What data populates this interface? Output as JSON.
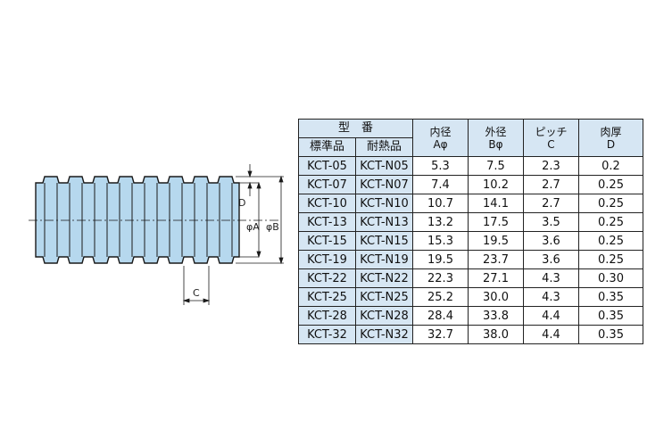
{
  "diagram": {
    "labels": {
      "pitch": "C",
      "thickness": "D",
      "inner": "φA",
      "outer": "φB"
    }
  },
  "table": {
    "header": {
      "group": "型　番",
      "standard": "標準品",
      "heat_resistant": "耐熱品",
      "inner_line1": "内径",
      "inner_line2": "Aφ",
      "outer_line1": "外径",
      "outer_line2": "Bφ",
      "pitch_line1": "ピッチ",
      "pitch_line2": "C",
      "thickness_line1": "肉厚",
      "thickness_line2": "D"
    },
    "rows": [
      {
        "std": "KCT-05",
        "heat": "KCT-N05",
        "a": "5.3",
        "b": "7.5",
        "c": "2.3",
        "d": "0.2"
      },
      {
        "std": "KCT-07",
        "heat": "KCT-N07",
        "a": "7.4",
        "b": "10.2",
        "c": "2.7",
        "d": "0.25"
      },
      {
        "std": "KCT-10",
        "heat": "KCT-N10",
        "a": "10.7",
        "b": "14.1",
        "c": "2.7",
        "d": "0.25"
      },
      {
        "std": "KCT-13",
        "heat": "KCT-N13",
        "a": "13.2",
        "b": "17.5",
        "c": "3.5",
        "d": "0.25"
      },
      {
        "std": "KCT-15",
        "heat": "KCT-N15",
        "a": "15.3",
        "b": "19.5",
        "c": "3.6",
        "d": "0.25"
      },
      {
        "std": "KCT-19",
        "heat": "KCT-N19",
        "a": "19.5",
        "b": "23.7",
        "c": "3.6",
        "d": "0.25"
      },
      {
        "std": "KCT-22",
        "heat": "KCT-N22",
        "a": "22.3",
        "b": "27.1",
        "c": "4.3",
        "d": "0.30"
      },
      {
        "std": "KCT-25",
        "heat": "KCT-N25",
        "a": "25.2",
        "b": "30.0",
        "c": "4.3",
        "d": "0.35"
      },
      {
        "std": "KCT-28",
        "heat": "KCT-N28",
        "a": "28.4",
        "b": "33.8",
        "c": "4.4",
        "d": "0.35"
      },
      {
        "std": "KCT-32",
        "heat": "KCT-N32",
        "a": "32.7",
        "b": "38.0",
        "c": "4.4",
        "d": "0.35"
      }
    ]
  }
}
